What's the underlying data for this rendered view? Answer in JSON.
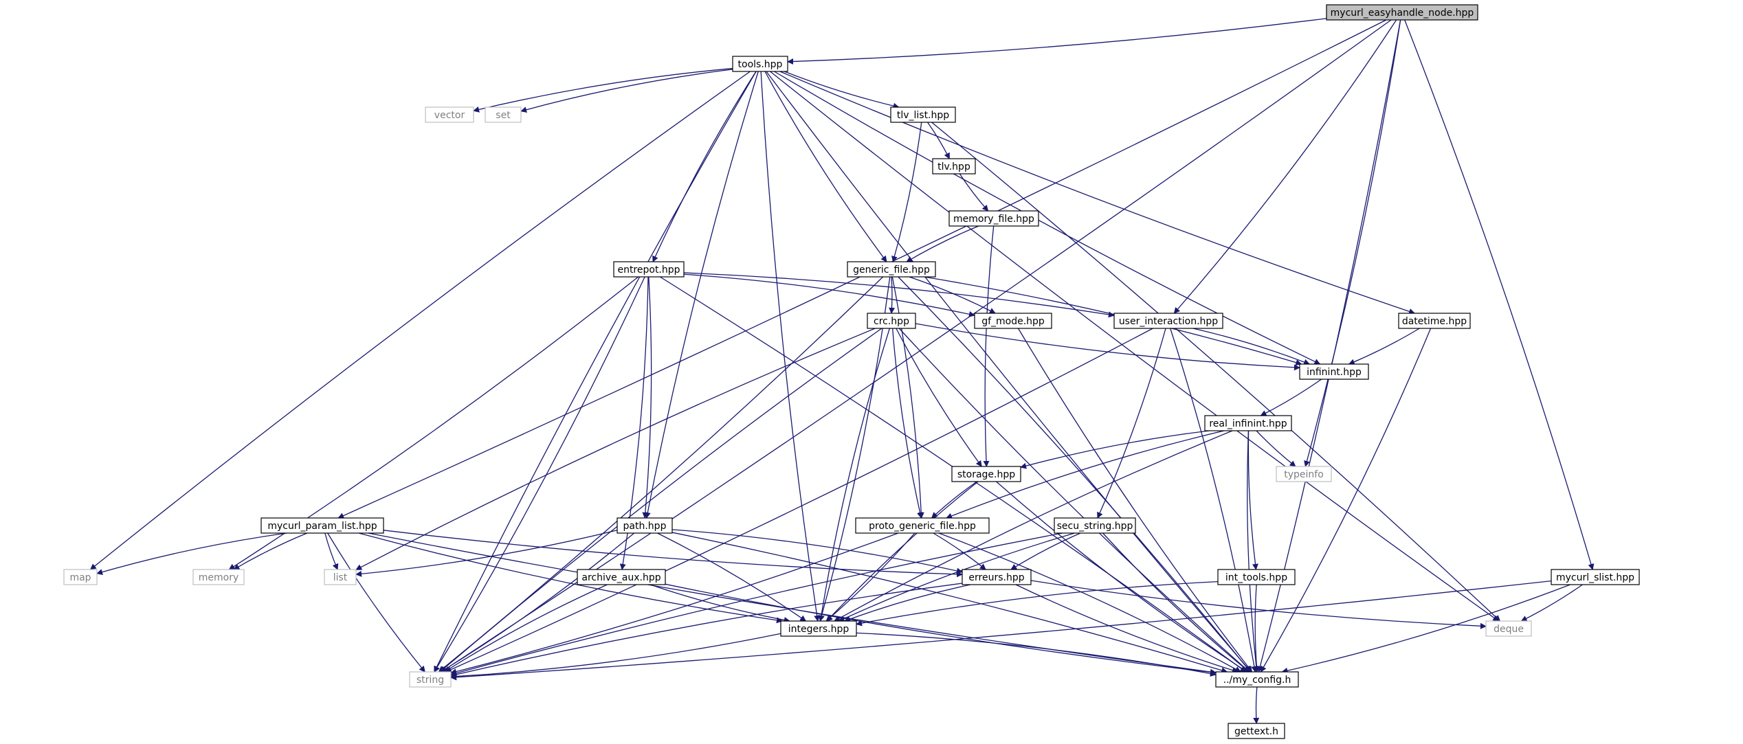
{
  "colors": {
    "edge": "#191970",
    "node_border": "#000000",
    "system_border": "#bfbfbf",
    "system_text": "#7f7f7f",
    "root_fill": "#bfbfbf",
    "fill": "#ffffff"
  },
  "nodes": [
    {
      "id": "mycurl_easyhandle_node",
      "label": "mycurl_easyhandle_node.hpp",
      "kind": "root"
    },
    {
      "id": "tools",
      "label": "tools.hpp",
      "kind": "local"
    },
    {
      "id": "vector",
      "label": "vector",
      "kind": "system"
    },
    {
      "id": "set",
      "label": "set",
      "kind": "system"
    },
    {
      "id": "tlv_list",
      "label": "tlv_list.hpp",
      "kind": "local"
    },
    {
      "id": "tlv",
      "label": "tlv.hpp",
      "kind": "local"
    },
    {
      "id": "memory_file",
      "label": "memory_file.hpp",
      "kind": "local"
    },
    {
      "id": "entrepot",
      "label": "entrepot.hpp",
      "kind": "local"
    },
    {
      "id": "generic_file",
      "label": "generic_file.hpp",
      "kind": "local"
    },
    {
      "id": "crc",
      "label": "crc.hpp",
      "kind": "local"
    },
    {
      "id": "gf_mode",
      "label": "gf_mode.hpp",
      "kind": "local"
    },
    {
      "id": "user_interaction",
      "label": "user_interaction.hpp",
      "kind": "local"
    },
    {
      "id": "datetime",
      "label": "datetime.hpp",
      "kind": "local"
    },
    {
      "id": "infinint",
      "label": "infinint.hpp",
      "kind": "local"
    },
    {
      "id": "real_infinint",
      "label": "real_infinint.hpp",
      "kind": "local"
    },
    {
      "id": "typeinfo",
      "label": "typeinfo",
      "kind": "system"
    },
    {
      "id": "storage",
      "label": "storage.hpp",
      "kind": "local"
    },
    {
      "id": "mycurl_param_list",
      "label": "mycurl_param_list.hpp",
      "kind": "local"
    },
    {
      "id": "path",
      "label": "path.hpp",
      "kind": "local"
    },
    {
      "id": "proto_generic_file",
      "label": "proto_generic_file.hpp",
      "kind": "local"
    },
    {
      "id": "secu_string",
      "label": "secu_string.hpp",
      "kind": "local"
    },
    {
      "id": "map",
      "label": "map",
      "kind": "system"
    },
    {
      "id": "memory",
      "label": "memory",
      "kind": "system"
    },
    {
      "id": "list",
      "label": "list",
      "kind": "system"
    },
    {
      "id": "archive_aux",
      "label": "archive_aux.hpp",
      "kind": "local"
    },
    {
      "id": "erreurs",
      "label": "erreurs.hpp",
      "kind": "local"
    },
    {
      "id": "int_tools",
      "label": "int_tools.hpp",
      "kind": "local"
    },
    {
      "id": "mycurl_slist",
      "label": "mycurl_slist.hpp",
      "kind": "local"
    },
    {
      "id": "integers",
      "label": "integers.hpp",
      "kind": "local"
    },
    {
      "id": "deque",
      "label": "deque",
      "kind": "system"
    },
    {
      "id": "string",
      "label": "string",
      "kind": "system"
    },
    {
      "id": "my_config",
      "label": "../my_config.h",
      "kind": "local"
    },
    {
      "id": "gettext",
      "label": "gettext.h",
      "kind": "local"
    }
  ],
  "edges": [
    [
      "mycurl_easyhandle_node",
      "tools"
    ],
    [
      "mycurl_easyhandle_node",
      "string"
    ],
    [
      "mycurl_easyhandle_node",
      "mycurl_param_list"
    ],
    [
      "mycurl_easyhandle_node",
      "user_interaction"
    ],
    [
      "mycurl_easyhandle_node",
      "typeinfo"
    ],
    [
      "mycurl_easyhandle_node",
      "mycurl_slist"
    ],
    [
      "mycurl_easyhandle_node",
      "my_config"
    ],
    [
      "tools",
      "vector"
    ],
    [
      "tools",
      "set"
    ],
    [
      "tools",
      "map"
    ],
    [
      "tools",
      "string"
    ],
    [
      "tools",
      "tlv_list"
    ],
    [
      "tools",
      "entrepot"
    ],
    [
      "tools",
      "path"
    ],
    [
      "tools",
      "integers"
    ],
    [
      "tools",
      "generic_file"
    ],
    [
      "tools",
      "infinint"
    ],
    [
      "tools",
      "datetime"
    ],
    [
      "tools",
      "deque"
    ],
    [
      "tools",
      "my_config"
    ],
    [
      "tlv_list",
      "tlv"
    ],
    [
      "tlv_list",
      "generic_file"
    ],
    [
      "tlv_list",
      "deque"
    ],
    [
      "tlv",
      "memory_file"
    ],
    [
      "memory_file",
      "generic_file"
    ],
    [
      "memory_file",
      "storage"
    ],
    [
      "entrepot",
      "string"
    ],
    [
      "entrepot",
      "memory"
    ],
    [
      "entrepot",
      "archive_aux"
    ],
    [
      "entrepot",
      "path"
    ],
    [
      "entrepot",
      "gf_mode"
    ],
    [
      "entrepot",
      "user_interaction"
    ],
    [
      "entrepot",
      "my_config"
    ],
    [
      "generic_file",
      "crc"
    ],
    [
      "generic_file",
      "gf_mode"
    ],
    [
      "generic_file",
      "infinint"
    ],
    [
      "generic_file",
      "proto_generic_file"
    ],
    [
      "generic_file",
      "integers"
    ],
    [
      "generic_file",
      "string"
    ],
    [
      "generic_file",
      "my_config"
    ],
    [
      "crc",
      "list"
    ],
    [
      "crc",
      "string"
    ],
    [
      "crc",
      "integers"
    ],
    [
      "crc",
      "proto_generic_file"
    ],
    [
      "crc",
      "storage"
    ],
    [
      "crc",
      "infinint"
    ],
    [
      "crc",
      "my_config"
    ],
    [
      "gf_mode",
      "my_config"
    ],
    [
      "user_interaction",
      "infinint"
    ],
    [
      "user_interaction",
      "secu_string"
    ],
    [
      "user_interaction",
      "string"
    ],
    [
      "user_interaction",
      "my_config"
    ],
    [
      "datetime",
      "infinint"
    ],
    [
      "datetime",
      "my_config"
    ],
    [
      "infinint",
      "real_infinint"
    ],
    [
      "real_infinint",
      "storage"
    ],
    [
      "real_infinint",
      "typeinfo"
    ],
    [
      "real_infinint",
      "proto_generic_file"
    ],
    [
      "real_infinint",
      "integers"
    ],
    [
      "real_infinint",
      "int_tools"
    ],
    [
      "real_infinint",
      "my_config"
    ],
    [
      "storage",
      "proto_generic_file"
    ],
    [
      "storage",
      "integers"
    ],
    [
      "storage",
      "my_config"
    ],
    [
      "mycurl_param_list",
      "map"
    ],
    [
      "mycurl_param_list",
      "memory"
    ],
    [
      "mycurl_param_list",
      "list"
    ],
    [
      "mycurl_param_list",
      "string"
    ],
    [
      "mycurl_param_list",
      "integers"
    ],
    [
      "mycurl_param_list",
      "erreurs"
    ],
    [
      "mycurl_param_list",
      "my_config"
    ],
    [
      "path",
      "list"
    ],
    [
      "path",
      "string"
    ],
    [
      "path",
      "erreurs"
    ],
    [
      "path",
      "integers"
    ],
    [
      "path",
      "my_config"
    ],
    [
      "proto_generic_file",
      "string"
    ],
    [
      "proto_generic_file",
      "erreurs"
    ],
    [
      "proto_generic_file",
      "integers"
    ],
    [
      "proto_generic_file",
      "my_config"
    ],
    [
      "secu_string",
      "string"
    ],
    [
      "secu_string",
      "erreurs"
    ],
    [
      "secu_string",
      "integers"
    ],
    [
      "secu_string",
      "my_config"
    ],
    [
      "archive_aux",
      "string"
    ],
    [
      "archive_aux",
      "integers"
    ],
    [
      "archive_aux",
      "my_config"
    ],
    [
      "erreurs",
      "string"
    ],
    [
      "erreurs",
      "integers"
    ],
    [
      "erreurs",
      "deque"
    ],
    [
      "erreurs",
      "my_config"
    ],
    [
      "int_tools",
      "integers"
    ],
    [
      "int_tools",
      "my_config"
    ],
    [
      "mycurl_slist",
      "deque"
    ],
    [
      "mycurl_slist",
      "string"
    ],
    [
      "mycurl_slist",
      "my_config"
    ],
    [
      "integers",
      "string"
    ],
    [
      "integers",
      "my_config"
    ],
    [
      "my_config",
      "gettext"
    ]
  ]
}
